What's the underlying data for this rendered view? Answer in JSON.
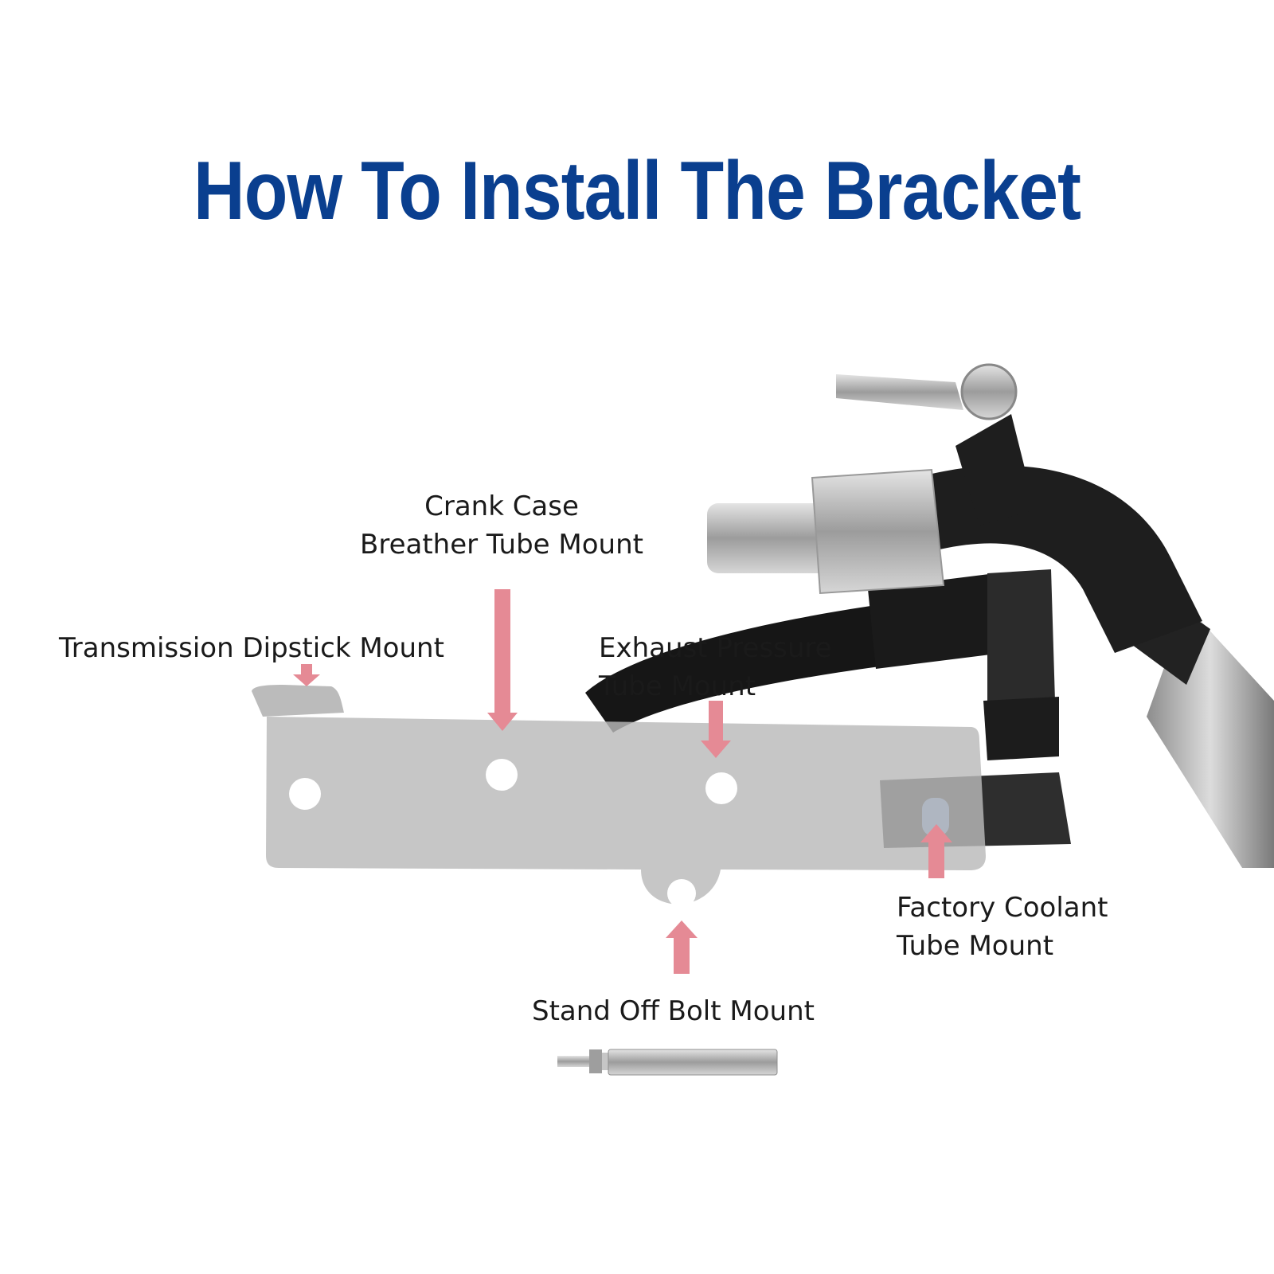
{
  "title": "How To Install The Bracket",
  "colors": {
    "title": "#0a3f8f",
    "arrow": "#e58a95",
    "bracket": "#b9b9b9",
    "pipe": "#1e1e1e",
    "metal": "#b8b8b8",
    "slot": "#7fa7e0"
  },
  "labels": {
    "crank_case": {
      "line1": "Crank Case",
      "line2": "Breather Tube Mount"
    },
    "transmission": {
      "line1": "Transmission Dipstick Mount"
    },
    "exhaust": {
      "line1": "Exhaust Pressure",
      "line2": "Tube Mount"
    },
    "coolant": {
      "line1": "Factory Coolant",
      "line2": "Tube Mount"
    },
    "standoff": {
      "line1": "Stand Off Bolt Mount"
    }
  }
}
